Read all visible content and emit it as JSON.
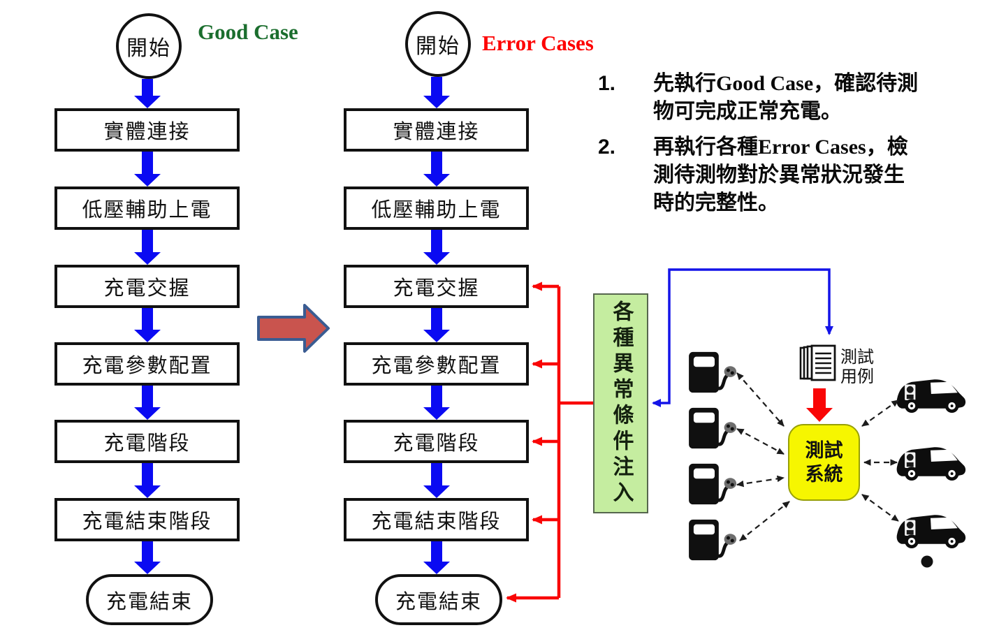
{
  "colors": {
    "flow_arrow_blue": "#0a0af2",
    "error_line_red": "#f90606",
    "feedback_blue": "#1414e8",
    "good_case_green": "#1b6e2e",
    "error_cases_red": "#fe0000",
    "inject_fill": "#c5eda0",
    "inject_border": "#56664e",
    "system_fill": "#f6f600",
    "system_border": "#98a006",
    "big_arrow_fill": "#c9544e",
    "big_arrow_border": "#3a5c92",
    "icon_black": "#111111"
  },
  "good_case_flow": {
    "title": "Good Case",
    "start_label": "開始",
    "steps": [
      "實體連接",
      "低壓輔助上電",
      "充電交握",
      "充電參數配置",
      "充電階段",
      "充電結束階段"
    ],
    "end_label": "充電結束"
  },
  "error_case_flow": {
    "title": "Error Cases",
    "start_label": "開始",
    "steps": [
      "實體連接",
      "低壓輔助上電",
      "充電交握",
      "充電參數配置",
      "充電階段",
      "充電結束階段"
    ],
    "end_label": "充電結束"
  },
  "notes": {
    "items": [
      {
        "number": "1.",
        "lines": [
          "先執行Good Case，確認待測",
          "物可完成正常充電。"
        ],
        "full_text": "先執行Good Case，確認待測物可完成正常充電。"
      },
      {
        "number": "2.",
        "lines": [
          "再執行各種Error Cases，檢",
          "測待測物對於異常狀況發生",
          "時的完整性。"
        ],
        "full_text": "再執行各種Error Cases，檢測待測物對於異常狀況發生時的完整性。"
      }
    ]
  },
  "injection_label": "各種異常條件注入",
  "system_diagram": {
    "test_cases_line1": "測試",
    "test_cases_line2": "用例",
    "system_line1": "測試",
    "system_line2": "系統",
    "ellipsis_dot": "•"
  }
}
